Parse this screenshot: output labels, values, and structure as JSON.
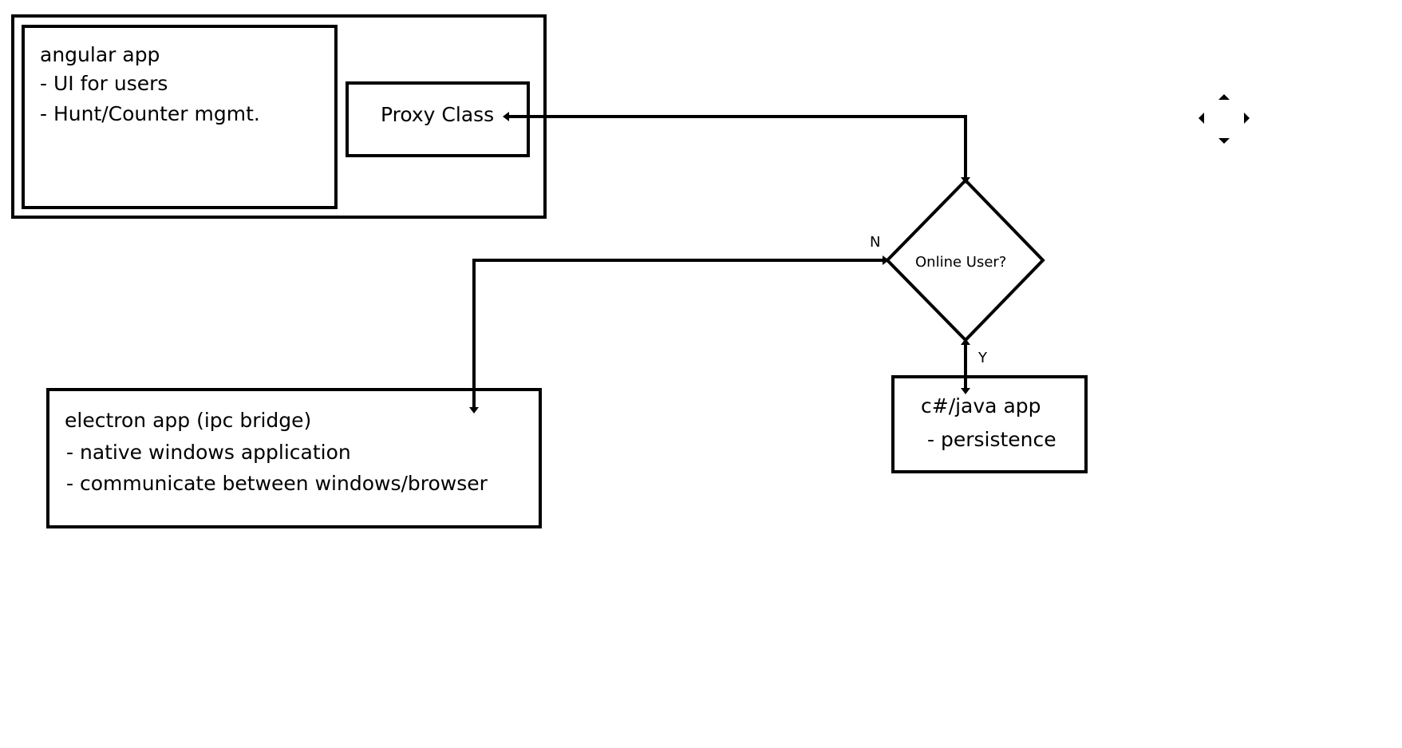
{
  "colors": {
    "background": "#ffffff",
    "stroke": "#000000"
  },
  "angular_app": {
    "title": "angular app",
    "line1": "- UI for users",
    "line2": "- Hunt/Counter mgmt."
  },
  "proxy_class": {
    "label": "Proxy Class"
  },
  "decision": {
    "label": "Online User?",
    "no_label": "N",
    "yes_label": "Y"
  },
  "electron_app": {
    "title": "electron app (ipc bridge)",
    "line1": "- native windows application",
    "line2": "- communicate between windows/browser"
  },
  "backend_app": {
    "title": "c#/java app",
    "line1": "- persistence"
  },
  "icons": {
    "move_handle": "move-arrows-icon"
  }
}
